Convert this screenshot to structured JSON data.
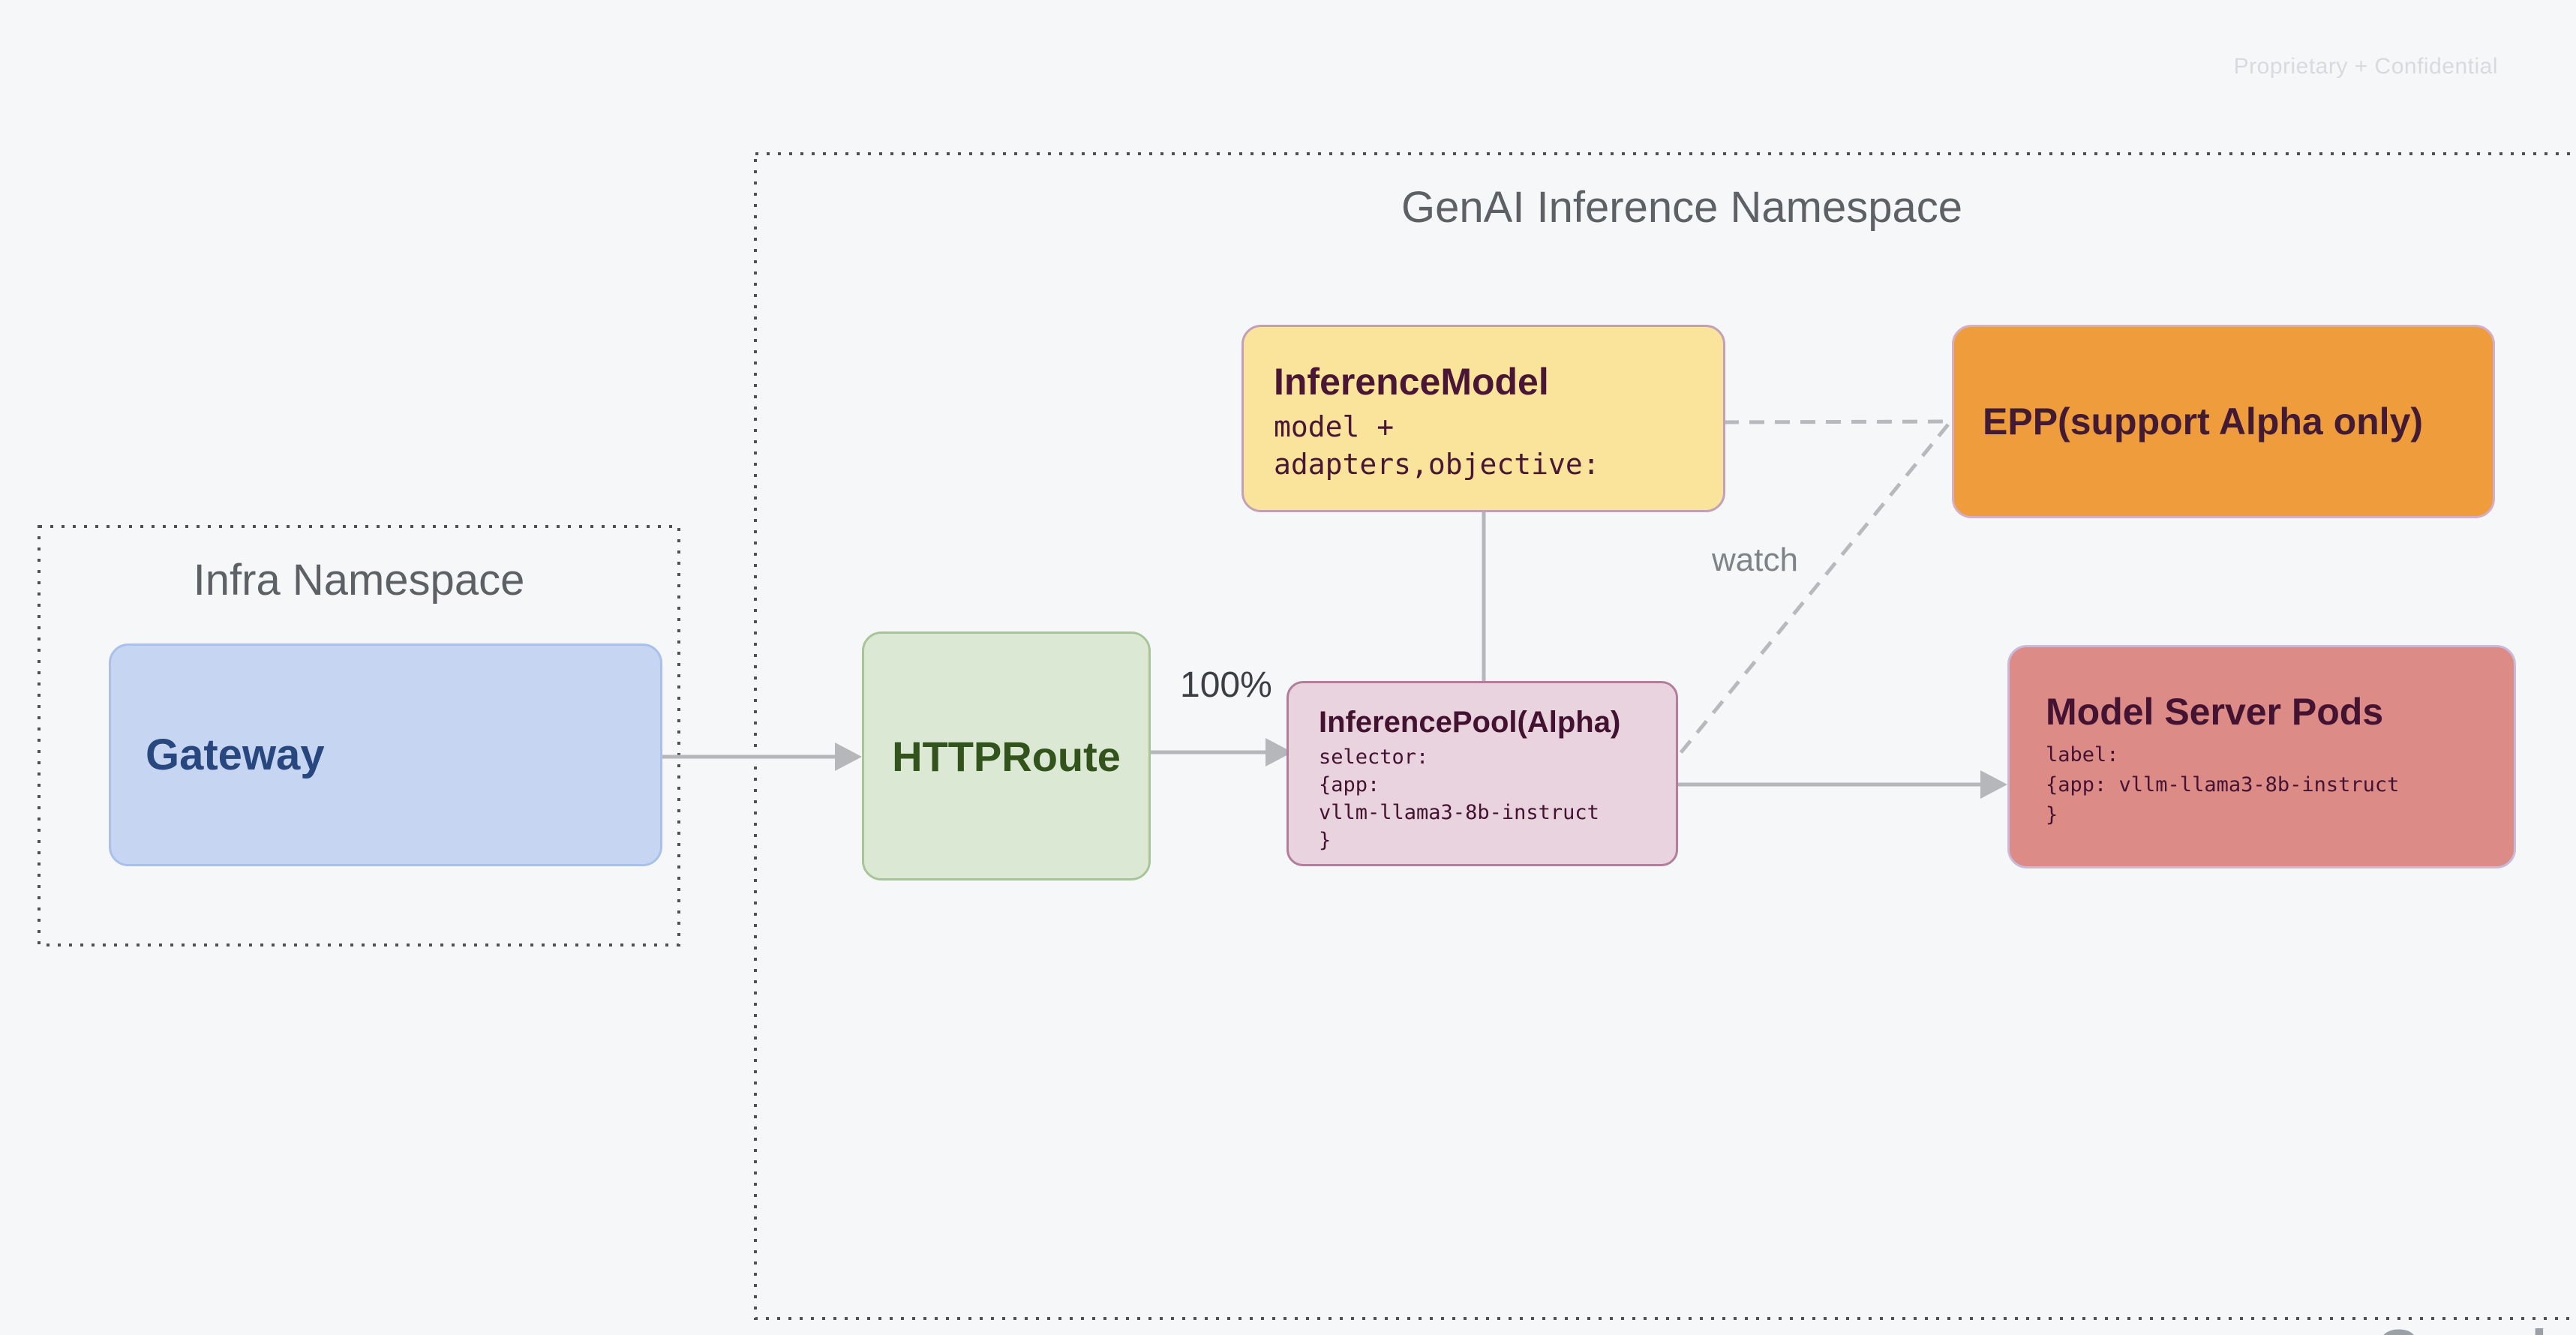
{
  "watermark": "Proprietary + Confidential",
  "partial_logo": "Google",
  "namespaces": {
    "genai": {
      "title": "GenAI Inference Namespace"
    },
    "infra": {
      "title": "Infra Namespace"
    }
  },
  "nodes": {
    "gateway": {
      "title": "Gateway"
    },
    "httproute": {
      "title": "HTTPRoute"
    },
    "inference_model": {
      "title": "InferenceModel",
      "body": [
        "model +",
        "adapters,objective:"
      ]
    },
    "epp": {
      "title": "EPP(support Alpha only)"
    },
    "inference_pool": {
      "title": "InferencePool(Alpha)",
      "body": [
        "selector:",
        "{app:",
        "vllm-llama3-8b-instruct",
        "}"
      ]
    },
    "model_server_pods": {
      "title": "Model Server Pods",
      "body": [
        "label:",
        "{app: vllm-llama3-8b-instruct",
        "}"
      ]
    }
  },
  "edges": {
    "httproute_to_pool_label": "100%",
    "epp_watch_label": "watch"
  },
  "colors": {
    "background": "#f6f7f9",
    "dotted_border": "#4f5155",
    "namespace_title": "#5d6166",
    "gateway_fill": "#c6d5f2",
    "gateway_border": "#a9c0ec",
    "gateway_text": "#28477f",
    "httproute_fill": "#dbe9d4",
    "httproute_border": "#a7c598",
    "httproute_text": "#33531d",
    "inference_model_fill": "#fae49c",
    "inference_model_border": "#c2a0b7",
    "epp_fill": "#ef9d3c",
    "epp_border": "#d4aec6",
    "inference_pool_fill": "#e9d3de",
    "inference_pool_border": "#b27e9b",
    "model_server_pods_fill": "#dc8b87",
    "model_server_pods_border": "#c9bad9",
    "maroon_text": "#441331",
    "arrow": "#b6b7ba",
    "watermark_text": "#d8dade"
  }
}
